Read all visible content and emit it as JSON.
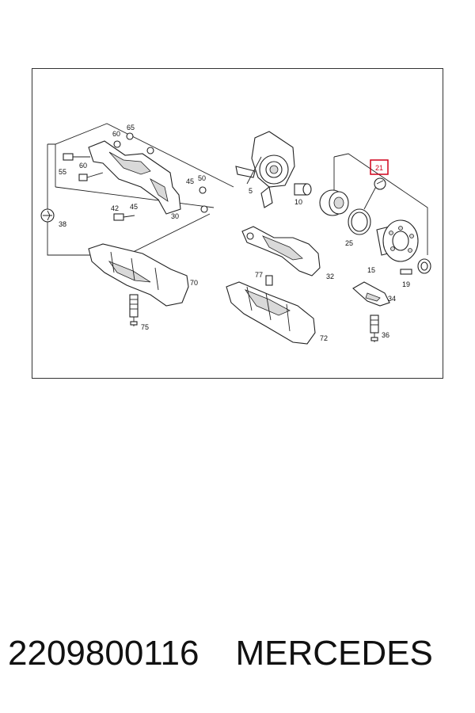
{
  "diagram": {
    "highlight_color": "#d0021b",
    "callouts": {
      "c65": "65",
      "c60a": "60",
      "c55": "55",
      "c60b": "60",
      "c45a": "45",
      "c50": "50",
      "c42": "42",
      "c45b": "45",
      "c30": "30",
      "c38": "38",
      "c5": "5",
      "c10": "10",
      "c21": "21",
      "c25": "25",
      "c15": "15",
      "c19": "19",
      "c32": "32",
      "c77": "77",
      "c34": "34",
      "c70": "70",
      "c75": "75",
      "c72": "72",
      "c36": "36"
    }
  },
  "caption": {
    "part_number": "2209800116",
    "brand": "MERCEDES"
  }
}
